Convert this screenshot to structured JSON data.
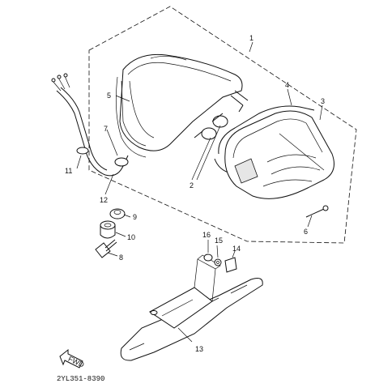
{
  "diagram_code": "2YL351-8390",
  "fwd_label": "FWD",
  "callouts": [
    {
      "id": "1",
      "text": "1"
    },
    {
      "id": "2",
      "text": "2"
    },
    {
      "id": "3",
      "text": "3"
    },
    {
      "id": "4",
      "text": "4"
    },
    {
      "id": "5",
      "text": "5"
    },
    {
      "id": "6",
      "text": "6"
    },
    {
      "id": "7",
      "text": "7"
    },
    {
      "id": "8",
      "text": "8"
    },
    {
      "id": "9",
      "text": "9"
    },
    {
      "id": "10",
      "text": "10"
    },
    {
      "id": "11",
      "text": "11"
    },
    {
      "id": "12",
      "text": "12"
    },
    {
      "id": "13",
      "text": "13"
    },
    {
      "id": "14",
      "text": "14"
    },
    {
      "id": "15",
      "text": "15"
    },
    {
      "id": "16",
      "text": "16"
    }
  ]
}
